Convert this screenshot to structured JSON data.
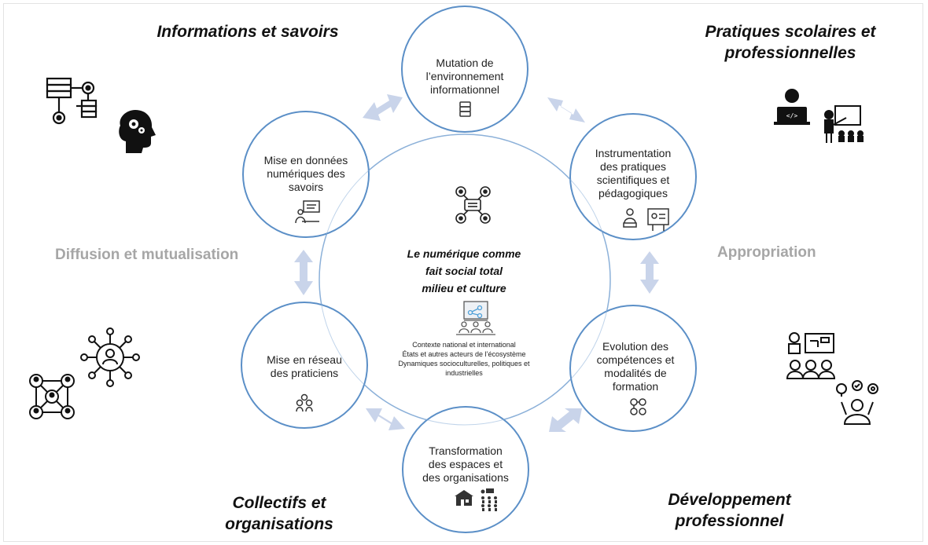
{
  "corners": {
    "top_left": "Informations et savoirs",
    "top_right_1": "Pratiques scolaires et",
    "top_right_2": "professionnelles",
    "bottom_left_1": "Collectifs et",
    "bottom_left_2": "organisations",
    "bottom_right_1": "Développement",
    "bottom_right_2": "professionnel"
  },
  "sides": {
    "left": "Diffusion et mutualisation",
    "right": "Appropriation"
  },
  "circles": {
    "top": {
      "line1": "Mutation de",
      "line2": "l’environnement",
      "line3": "informationnel"
    },
    "upper_left": {
      "line1": "Mise en données",
      "line2": "numériques des",
      "line3": "savoirs"
    },
    "upper_right": {
      "line1": "Instrumentation",
      "line2": "des pratiques",
      "line3": "scientifiques et",
      "line4": "pédagogiques"
    },
    "lower_left": {
      "line1": "Mise en réseau",
      "line2": "des praticiens"
    },
    "lower_right": {
      "line1": "Evolution des",
      "line2": "compétences et",
      "line3": "modalités de",
      "line4": "formation"
    },
    "bottom": {
      "line1": "Transformation",
      "line2": "des espaces et",
      "line3": "des organisations"
    }
  },
  "center": {
    "title_1": "Le numérique comme",
    "title_2": "fait social total",
    "title_3": "milieu et culture",
    "context_1": "Contexte national et international",
    "context_2": "États et autres acteurs de l’écosystème",
    "context_3": "Dynamiques socioculturelles, politiques et",
    "context_4": "industrielles"
  },
  "colors": {
    "circle_stroke": "#5b8fc7",
    "arrow_fill": "#c9d4ea",
    "side_text": "#a6a6a6"
  }
}
